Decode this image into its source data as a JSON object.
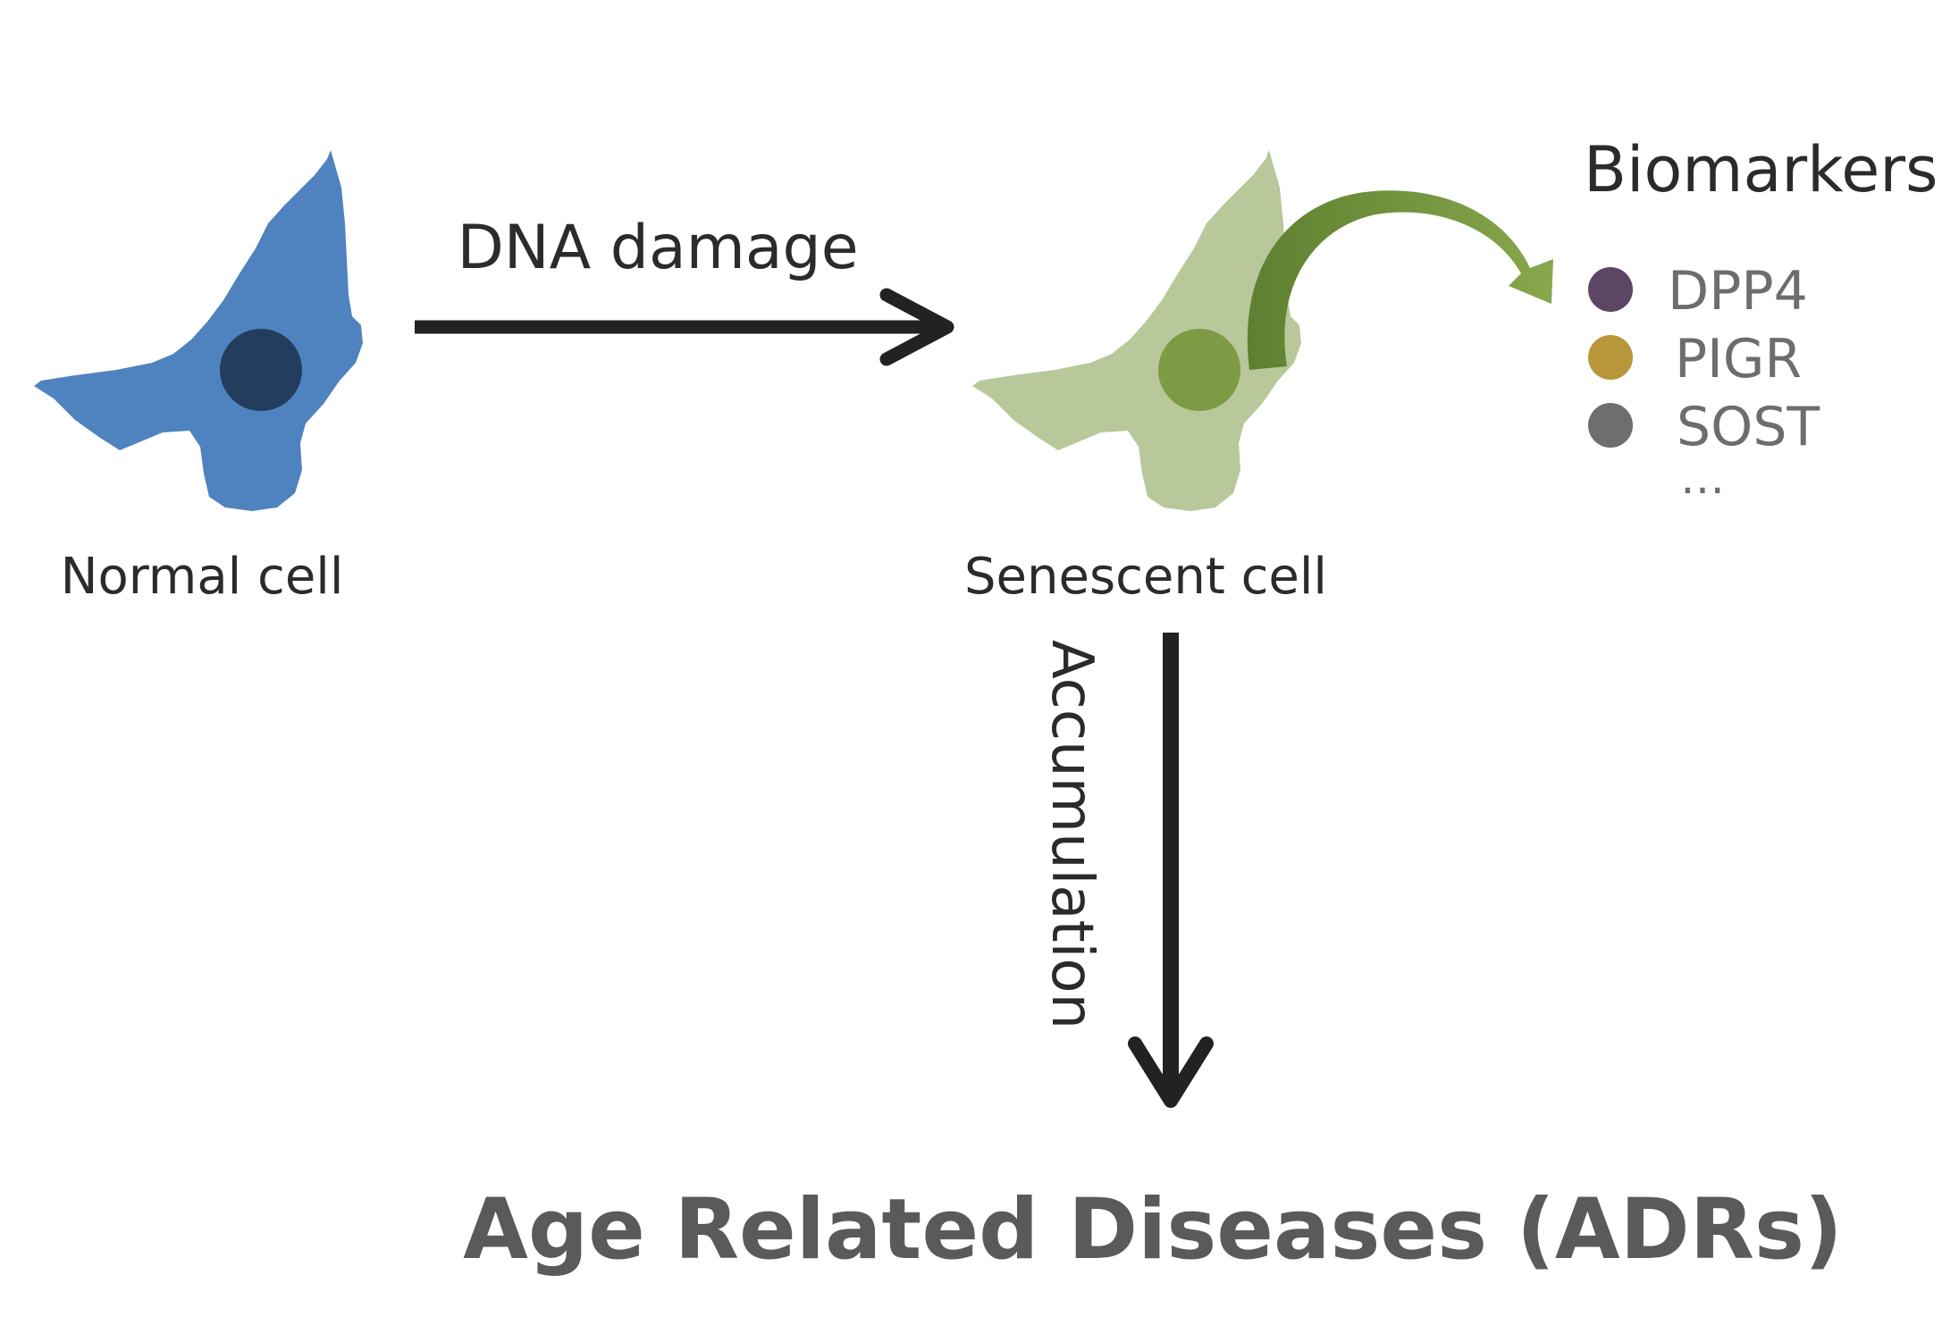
{
  "cells": {
    "normal_label": "Normal cell",
    "senescent_label": "Senescent cell"
  },
  "arrows": {
    "dna_damage_label": "DNA damage",
    "accumulation_label": "Accumulation"
  },
  "biomarkers": {
    "title": "Biomarkers",
    "items": [
      {
        "label": "DPP4",
        "color": "#5c4663"
      },
      {
        "label": "PIGR",
        "color": "#b8963a"
      },
      {
        "label": "SOST",
        "color": "#6e6e6e"
      }
    ],
    "more": "…"
  },
  "outcome": {
    "title": "Age Related Diseases (ADRs)"
  },
  "colors": {
    "normal_cell": "#4f83bf",
    "normal_nucleus": "#233d5f",
    "senescent_cell": "#b8c89a",
    "senescent_nucleus": "#7d9a44",
    "secretion_arrow": "#6d8f3a",
    "arrow": "#222222"
  }
}
